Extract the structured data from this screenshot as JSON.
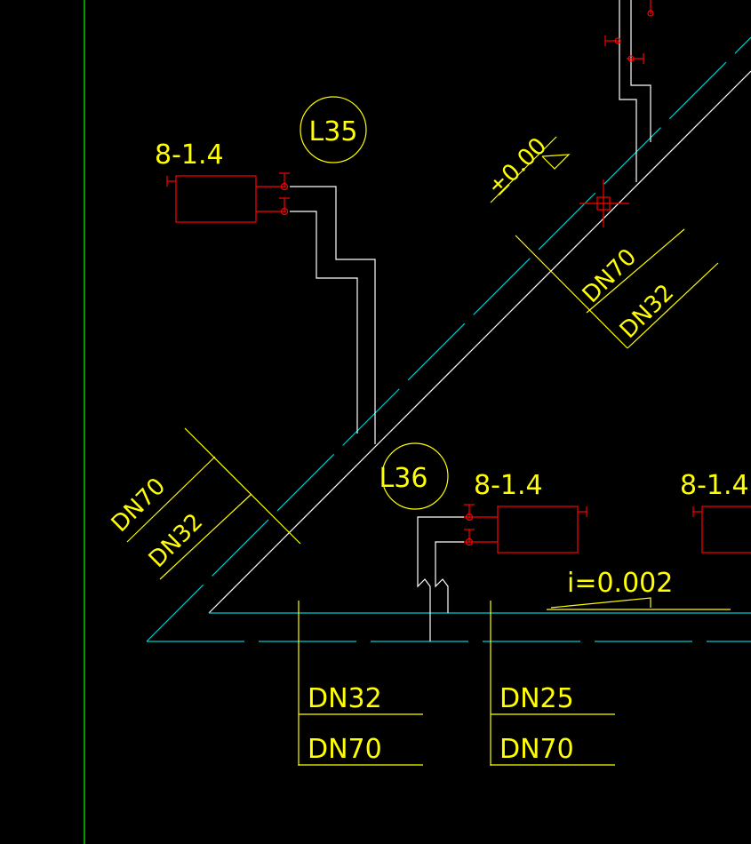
{
  "labels": {
    "radiator_top": "8-1.4",
    "radiator_mid": "8-1.4",
    "radiator_right": "8-1.4",
    "riser_l35": "L35",
    "riser_l36": "L36",
    "elevation": "±0.00",
    "slope": "i=0.002",
    "diag_right_dn70": "DN70",
    "diag_right_dn32": "DN32",
    "diag_left_dn70": "DN70",
    "diag_left_dn32": "DN32",
    "bottom_left_dn32": "DN32",
    "bottom_left_dn70": "DN70",
    "bottom_right_dn25": "DN25",
    "bottom_right_dn70": "DN70"
  },
  "colors": {
    "background": "#000000",
    "text": "#ffff00",
    "supply_pipe": "#ffffff",
    "return_pipe": "#00cccc",
    "radiator": "#ff0000",
    "frame_line": "#00ff00"
  }
}
